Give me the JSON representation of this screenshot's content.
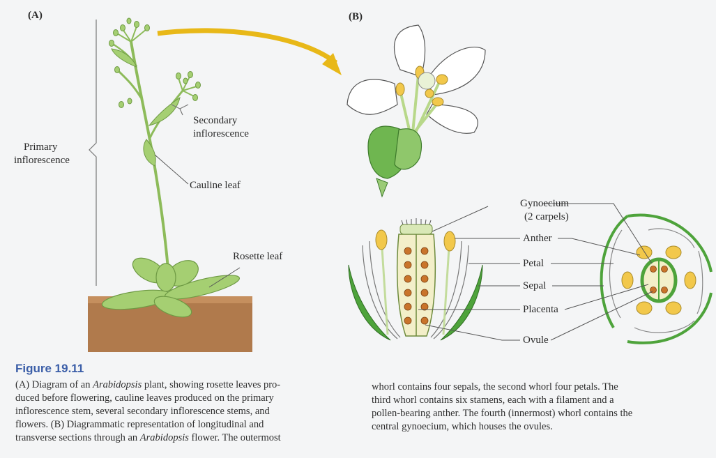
{
  "colors": {
    "background": "#f4f5f6",
    "stem_green": "#8dbb5a",
    "leaf_green": "#a5cf72",
    "soil": "#b07a4c",
    "anther_yellow": "#f2c84b",
    "ovule_orange": "#c9742b",
    "arrow_yellow": "#e8b818",
    "title_blue": "#3b5ea8",
    "leader_line": "#555555"
  },
  "panel_a": {
    "label": "(A)",
    "labels": {
      "primary_inflorescence": [
        "Primary",
        "inflorescence"
      ],
      "secondary_inflorescence": [
        "Secondary",
        "inflorescence"
      ],
      "cauline_leaf": "Cauline leaf",
      "rosette_leaf": "Rosette leaf"
    }
  },
  "panel_b": {
    "label": "(B)",
    "labels": {
      "gynoecium": "Gynoecium",
      "carpels": "(2 carpels)",
      "anther": "Anther",
      "petal": "Petal",
      "sepal": "Sepal",
      "placenta": "Placenta",
      "ovule": "Ovule"
    }
  },
  "caption": {
    "figure_label": "Figure 19.11",
    "left_lines": [
      [
        "(A) Diagram of an ",
        "Arabidopsis",
        " plant, showing rosette leaves pro-"
      ],
      [
        "duced before flowering, cauline leaves produced on the primary",
        "",
        ""
      ],
      [
        "inflorescence stem, several secondary inflorescence stems, and",
        "",
        ""
      ],
      [
        "flowers. (B) Diagrammatic representation of longitudinal and",
        "",
        ""
      ],
      [
        "transverse sections through an ",
        "Arabidopsis",
        " flower. The outermost"
      ]
    ],
    "right_lines": [
      "whorl contains four sepals, the second whorl four petals. The",
      "third whorl contains six stamens, each with a filament and a",
      "pollen-bearing anther. The fourth (innermost) whorl contains the",
      "central gynoecium, which houses the ovules."
    ]
  }
}
